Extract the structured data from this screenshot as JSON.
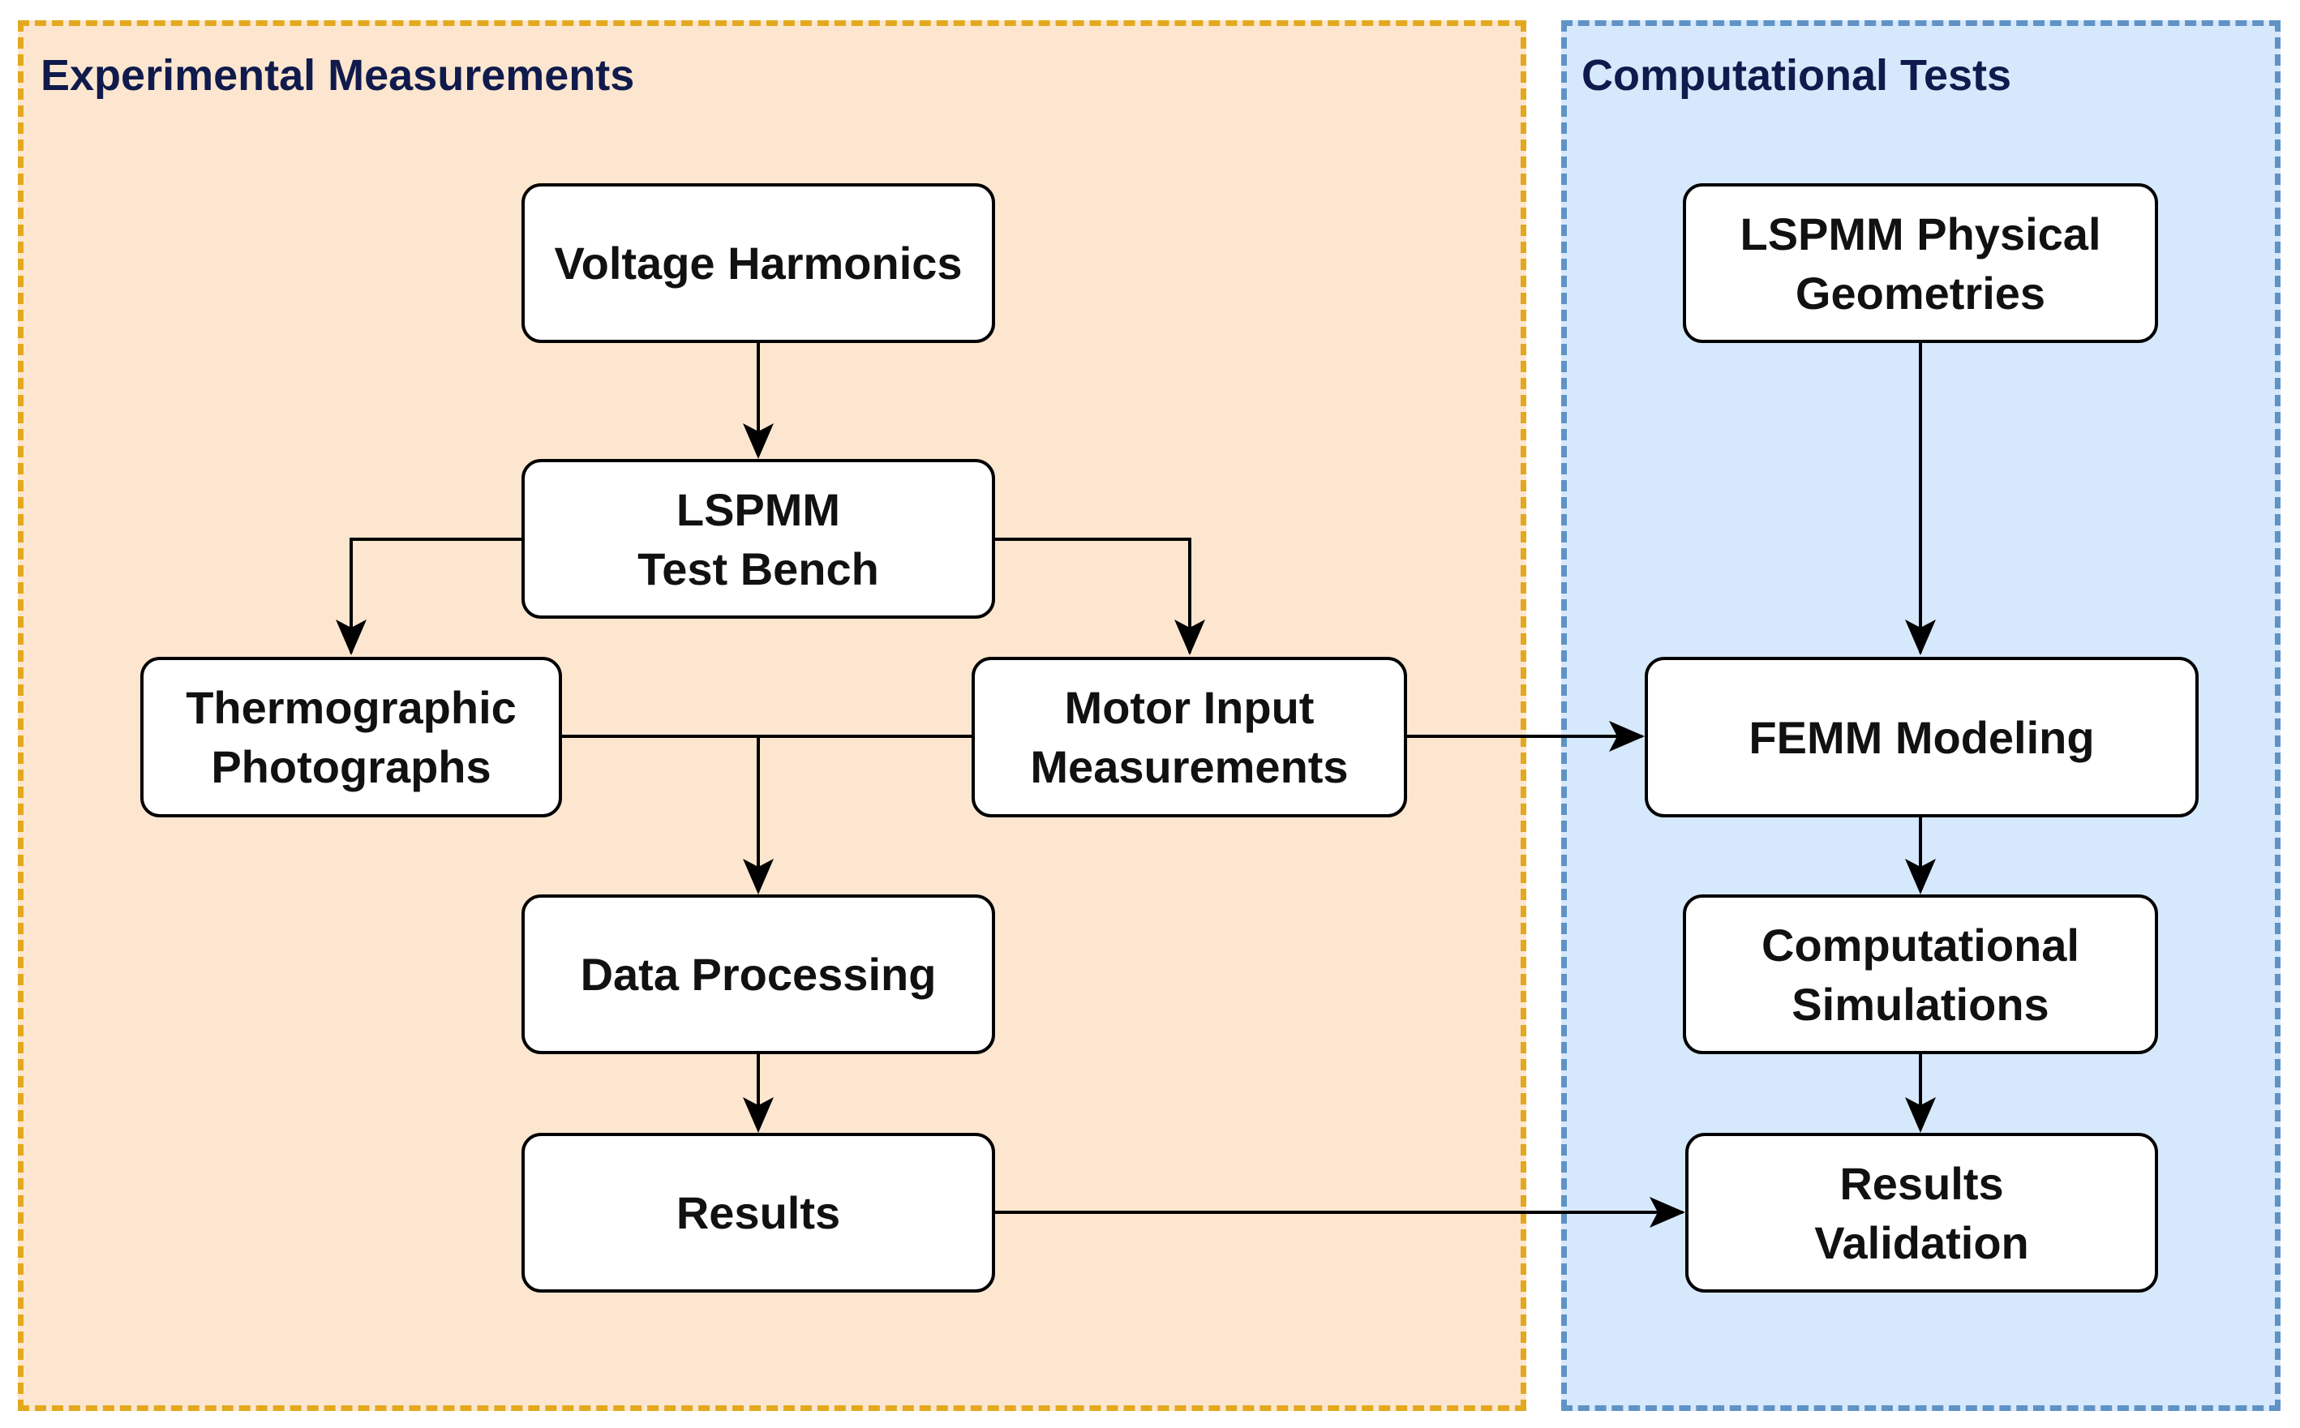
{
  "regions": {
    "left_title": "Experimental Measurements",
    "right_title": "Computational Tests"
  },
  "nodes": {
    "voltage_harmonics": [
      "Voltage Harmonics"
    ],
    "test_bench": [
      "LSPMM",
      "Test Bench"
    ],
    "thermographic": [
      "Thermographic",
      "Photographs"
    ],
    "motor_input": [
      "Motor Input",
      "Measurements"
    ],
    "data_processing": [
      "Data Processing"
    ],
    "results": [
      "Results"
    ],
    "physical_geometries": [
      "LSPMM Physical",
      "Geometries"
    ],
    "femm_modeling": [
      "FEMM Modeling"
    ],
    "computational_simulations": [
      "Computational",
      "Simulations"
    ],
    "results_validation": [
      "Results",
      "Validation"
    ]
  },
  "colors": {
    "left_fill": "#fde6cf",
    "left_border": "#e3a91e",
    "right_fill": "#d6e8fb",
    "right_border": "#5f93c6",
    "title_text": "#101a4c"
  }
}
